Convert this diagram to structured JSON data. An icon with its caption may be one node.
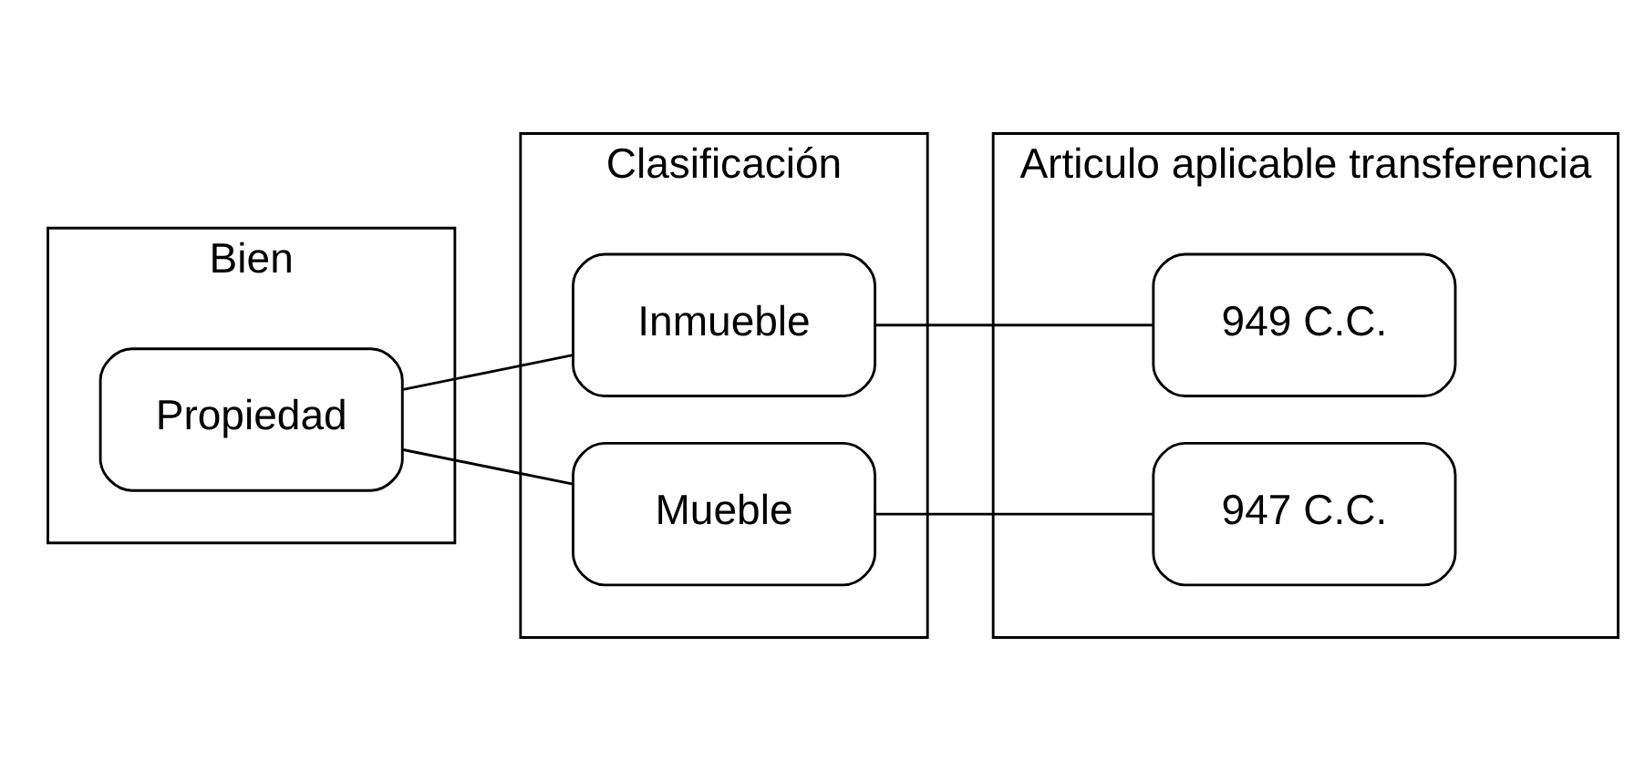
{
  "diagram": {
    "nodes": [
      {
        "text": [
          "Bien"
        ]
      },
      {
        "text": [
          "Propiedad"
        ],
        "in": 0
      },
      {
        "text": [
          "Clasificación"
        ]
      },
      {
        "text": [
          "Inmueble"
        ],
        "in": 2
      },
      {
        "text": [
          "Mueble"
        ],
        "in": 2
      },
      {
        "text": [
          "Articulo aplicable transferencia"
        ]
      },
      {
        "text": [
          "949 C.C."
        ],
        "in": 5
      },
      {
        "text": [
          "947 C.C."
        ],
        "in": 5
      }
    ],
    "edges": [
      {
        "from": 1,
        "to": 3,
        "arrow": "none"
      },
      {
        "from": 1,
        "to": 4,
        "arrow": "none"
      },
      {
        "from": 3,
        "to": 6,
        "arrow": "none"
      },
      {
        "from": 4,
        "to": 7,
        "arrow": "none"
      }
    ]
  }
}
